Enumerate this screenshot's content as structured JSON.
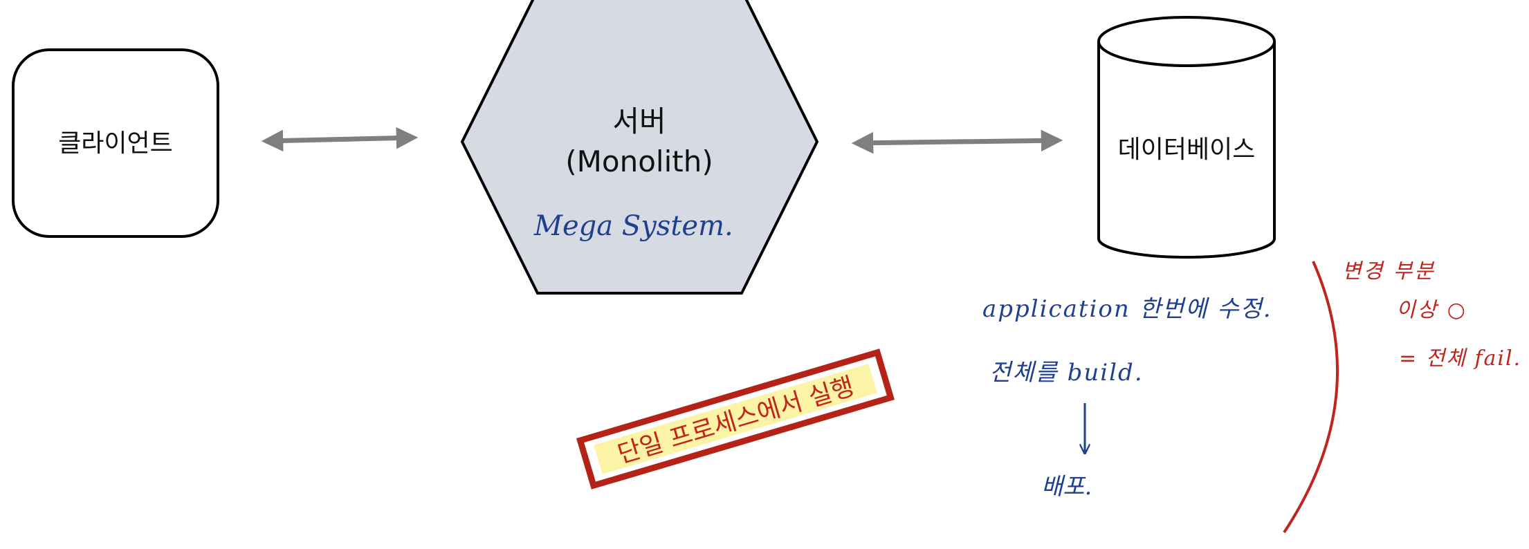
{
  "diagram": {
    "client": {
      "label": "클라이언트"
    },
    "server": {
      "label": "서버",
      "sublabel": "(Monolith)",
      "note": "Mega System."
    },
    "database": {
      "label": "데이터베이스"
    },
    "stamp": {
      "text": "단일 프로세스에서 실행"
    },
    "notes": {
      "line1": "application 한번에 수정.",
      "line2": "전체를 build.",
      "line3": "배포."
    },
    "side_notes": {
      "line1": "변경 부분",
      "line2": "이상 ○",
      "line3": "= 전체 fail."
    },
    "colors": {
      "hexagon_fill": "#d6dae3",
      "arrow": "#7f7f7f",
      "ink_blue": "#1f3f8f",
      "ink_red": "#c0241c",
      "stamp_highlight": "#fbf3a6"
    }
  }
}
